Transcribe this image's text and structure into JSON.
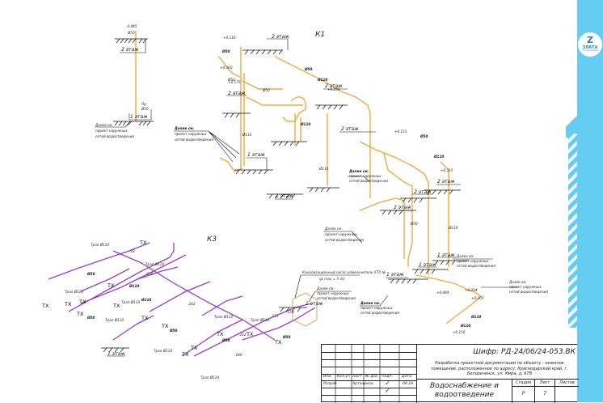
{
  "drawing": {
    "systems": {
      "k1": "К1",
      "k3": "К3"
    },
    "floors": {
      "floor1": "1 этаж",
      "floor2": "2 этаж"
    },
    "notes": {
      "further_see": [
        "Далее см.",
        "проект наружных",
        "сетей водоотведения"
      ],
      "sewer_pump": [
        "Канализационный насос-измельчитель (ГП) №",
        "qs max = 5 л/с"
      ]
    },
    "marks": {
      "tx": "ТХ",
      "pr": "Пр.",
      "trap_110": "Трап Ø110",
      "d50": "Ø50",
      "d110": "Ø110",
      "lvl_minus0445": "-0.445",
      "lvl_0110": "+0.110",
      "lvl_0360": "+0.360",
      "lvl_0175": "+0.175",
      "lvl_0250": "+0.250",
      "lvl_0151": "+0.151",
      "lvl_0315": "+0.315",
      "lvl_0294": "+0.294",
      "lvl_0305": "+0.305",
      "lvl_0156": "+0.156",
      "lvl_0444": "+0.444",
      "lvl_0315b": "+0.315",
      "m150": "-150",
      "m18": "-18",
      "m242": "-242",
      "m111": "-111",
      "m158": "-158",
      "m280": "-280",
      "m232": "-232"
    }
  },
  "title_block": {
    "cipher": "Шифр: РД-24/06/24-053.ВК",
    "description": "Разработка проектной документации по объекту - нежилое помещение, расположенное по адресу: Краснодарский край, г. Белореченск, ул. Мира, д. 67В",
    "headers": {
      "izm": "Изм.",
      "kol_uch": "Кол.уч",
      "list": "Лист",
      "n_dok": "№ док.",
      "podp": "Подп.",
      "data": "Дата"
    },
    "developer_role": "Разраб.",
    "developer_name": "Артюшина",
    "date": "08.24",
    "sheet_title": "Водоснабжение и водоотведение",
    "stage_label": "Стадия",
    "sheet_label": "Лист",
    "sheets_label": "Листов",
    "stage": "Р",
    "sheet": "7",
    "sheets": ""
  },
  "brand": {
    "logo_mark": "Z",
    "name": "ЗЛАТА",
    "tagline": "ГРУППА КОМПАНИЙ"
  },
  "colors": {
    "k1_pipe": "#f0a940",
    "k3_pipe": "#9a3fc9",
    "pump_outline": "#c9a54a",
    "brand": "#66cdf2"
  }
}
